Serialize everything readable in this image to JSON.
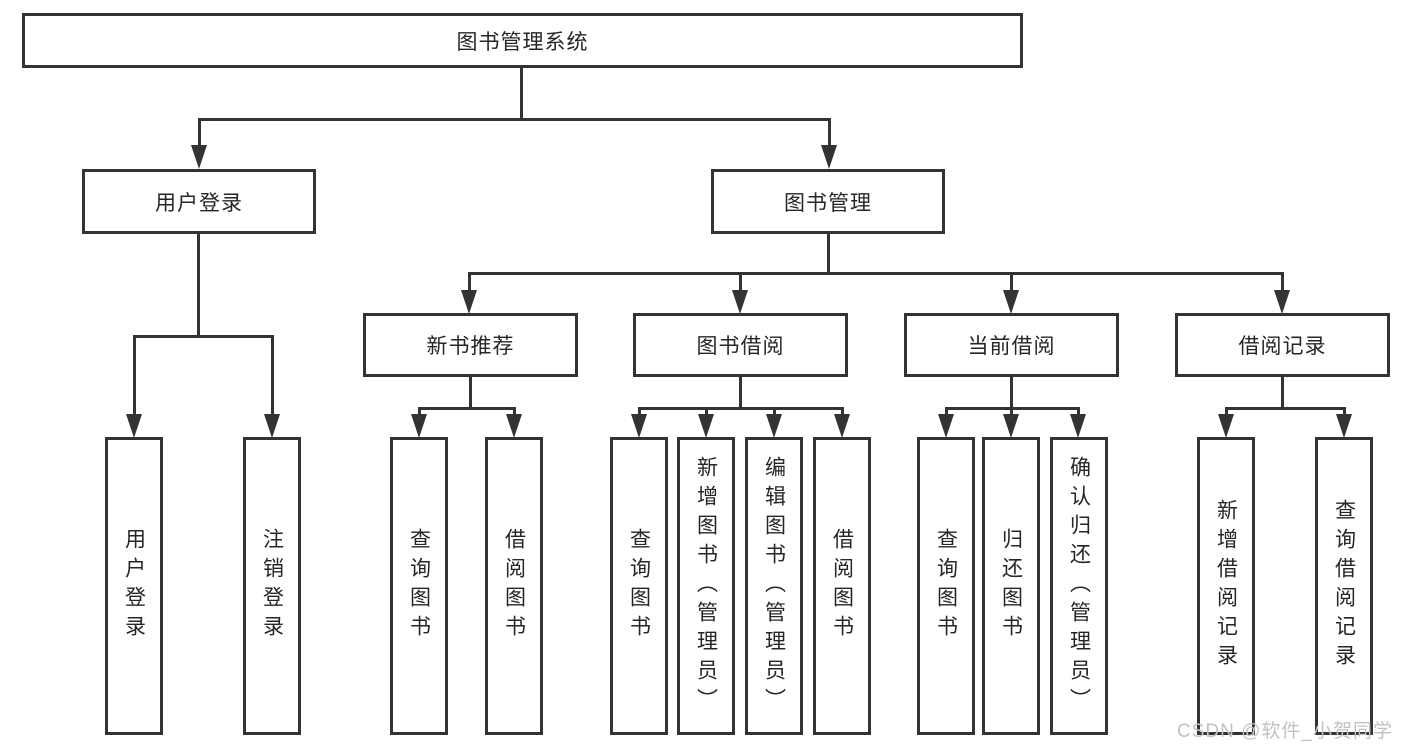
{
  "diagram_title": "图书管理系统",
  "nodes": {
    "root": "图书管理系统",
    "user_login": "用户登录",
    "book_mgmt": "图书管理",
    "new_books": "新书推荐",
    "book_borrow": "图书借阅",
    "current_borrow": "当前借阅",
    "borrow_records": "借阅记录",
    "leaf_user_login": "用户登录",
    "leaf_logout": "注销登录",
    "leaf_nb_query": "查询图书",
    "leaf_nb_borrow": "借阅图书",
    "leaf_bb_query": "查询图书",
    "leaf_bb_add": "新增图书（管理员）",
    "leaf_bb_edit": "编辑图书（管理员）",
    "leaf_bb_borrow": "借阅图书",
    "leaf_cb_query": "查询图书",
    "leaf_cb_return": "归还图书",
    "leaf_cb_confirm": "确认归还（管理员）",
    "leaf_br_add": "新增借阅记录",
    "leaf_br_query": "查询借阅记录"
  },
  "watermark": "CSDN @软件_小贺同学",
  "colors": {
    "line": "#333333",
    "text": "#262626",
    "background": "#ffffff",
    "watermark": "#c2c2c2"
  }
}
